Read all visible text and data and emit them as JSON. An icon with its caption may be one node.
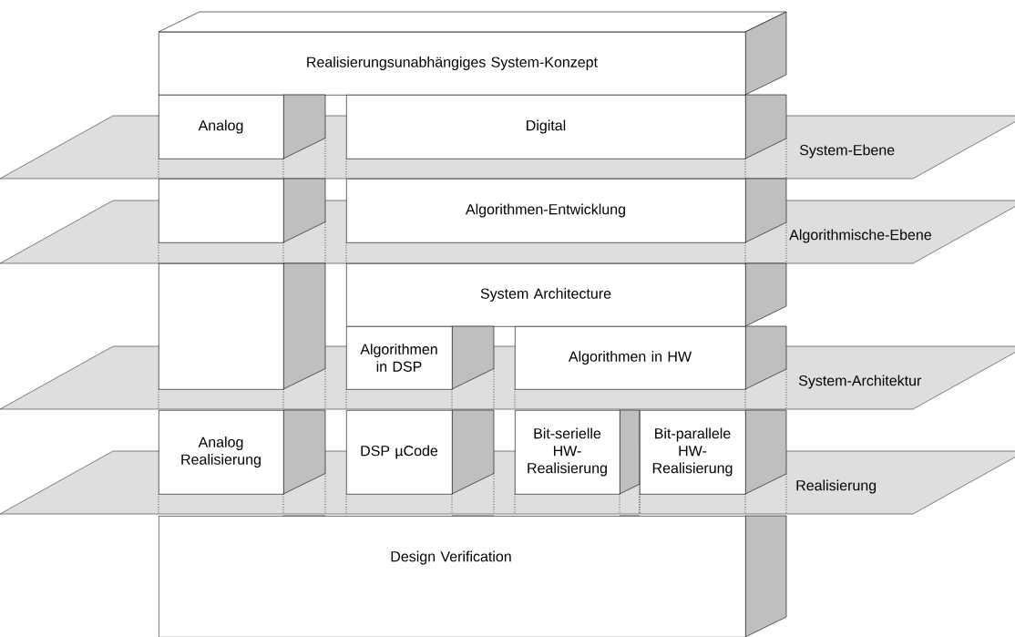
{
  "diagram": {
    "nodes": [
      {
        "text": [
          "Realisierungsunabhängiges System-Konzept"
        ]
      },
      {
        "text": [
          "Analog"
        ]
      },
      {
        "text": [
          "Digital"
        ]
      },
      {
        "text": [
          "System-Ebene"
        ]
      },
      {
        "text": [],
        "shape": "box"
      },
      {
        "text": [
          "Algorithmen-Entwicklung"
        ]
      },
      {
        "text": [
          "Algorithmische-Ebene"
        ]
      },
      {
        "text": [],
        "shape": "box"
      },
      {
        "text": [
          "System Architecture"
        ]
      },
      {
        "text": [
          "Algorithmen in DSP"
        ]
      },
      {
        "text": [
          "Algorithmen in HW"
        ]
      },
      {
        "text": [
          "System-Architektur"
        ]
      },
      {
        "text": [
          "Analog Realisierung"
        ]
      },
      {
        "text": [
          "DSP µCode"
        ]
      },
      {
        "text": [
          "Bit-serielle HW-Realisierung"
        ]
      },
      {
        "text": [
          "Bit-parallele HW-Realisierung"
        ]
      },
      {
        "text": [
          "Realisierung"
        ]
      },
      {
        "text": [
          "Design Verification"
        ]
      }
    ]
  }
}
